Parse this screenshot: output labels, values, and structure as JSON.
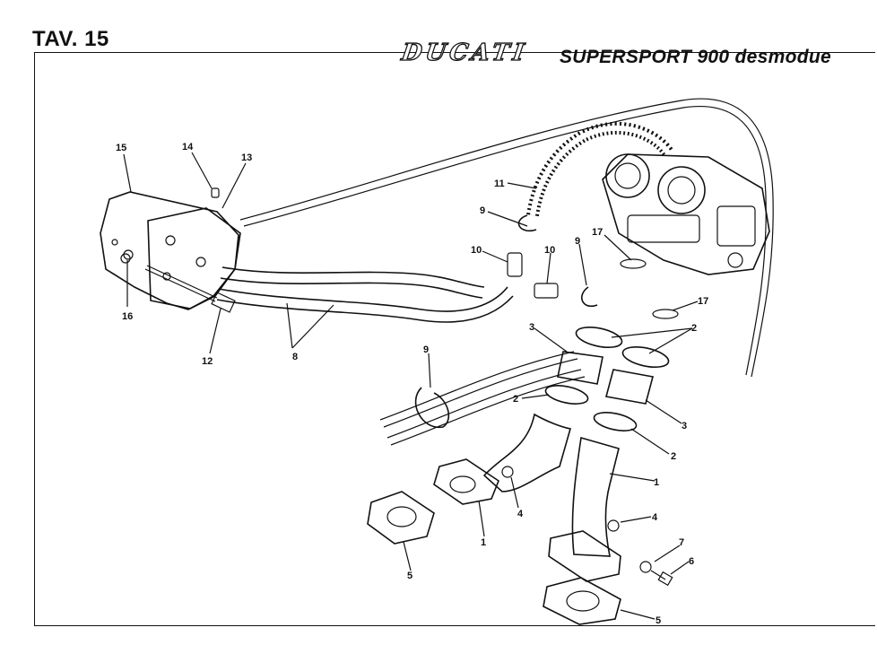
{
  "header": {
    "table_label": "TAV. 15",
    "brand": "DUCATI",
    "model": "SUPERSPORT 900 desmodue"
  },
  "callouts": [
    {
      "id": "c15",
      "text": "15"
    },
    {
      "id": "c14",
      "text": "14"
    },
    {
      "id": "c13",
      "text": "13"
    },
    {
      "id": "c16",
      "text": "16"
    },
    {
      "id": "c12",
      "text": "12"
    },
    {
      "id": "c8",
      "text": "8"
    },
    {
      "id": "c11",
      "text": "11"
    },
    {
      "id": "c9a",
      "text": "9"
    },
    {
      "id": "c10a",
      "text": "10"
    },
    {
      "id": "c10b",
      "text": "10"
    },
    {
      "id": "c9b",
      "text": "9"
    },
    {
      "id": "c17a",
      "text": "17"
    },
    {
      "id": "c17b",
      "text": "17"
    },
    {
      "id": "c2a",
      "text": "2"
    },
    {
      "id": "c3a",
      "text": "3"
    },
    {
      "id": "c9c",
      "text": "9"
    },
    {
      "id": "c2b",
      "text": "2"
    },
    {
      "id": "c3b",
      "text": "3"
    },
    {
      "id": "c2c",
      "text": "2"
    },
    {
      "id": "c1a",
      "text": "1"
    },
    {
      "id": "c4a",
      "text": "4"
    },
    {
      "id": "c1b",
      "text": "1"
    },
    {
      "id": "c5a",
      "text": "5"
    },
    {
      "id": "c4b",
      "text": "4"
    },
    {
      "id": "c7",
      "text": "7"
    },
    {
      "id": "c6",
      "text": "6"
    },
    {
      "id": "c5b",
      "text": "5"
    }
  ]
}
